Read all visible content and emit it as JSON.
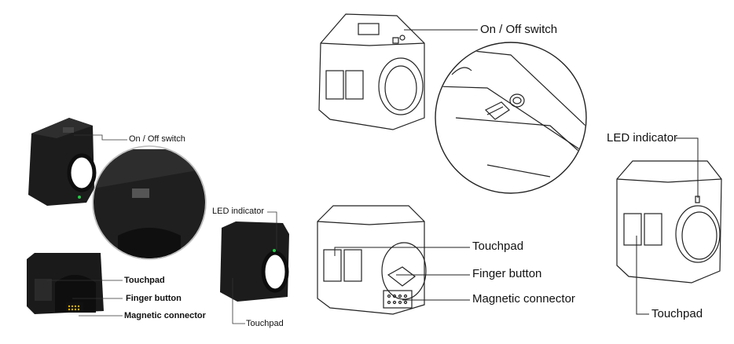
{
  "photo": {
    "on_off_switch": "On / Off switch",
    "led_indicator": "LED indicator",
    "touchpad_front": "Touchpad",
    "touchpad_side": "Touchpad",
    "finger_button": "Finger button",
    "magnetic_connector": "Magnetic connector"
  },
  "drawing": {
    "on_off_switch": "On / Off switch",
    "touchpad_front": "Touchpad",
    "finger_button": "Finger button",
    "magnetic_connector": "Magnetic connector",
    "led_indicator": "LED indicator",
    "touchpad_side": "Touchpad"
  },
  "colors": {
    "device_black": "#1b1b1b",
    "led_green": "#22cc44",
    "line_art": "#222222"
  }
}
